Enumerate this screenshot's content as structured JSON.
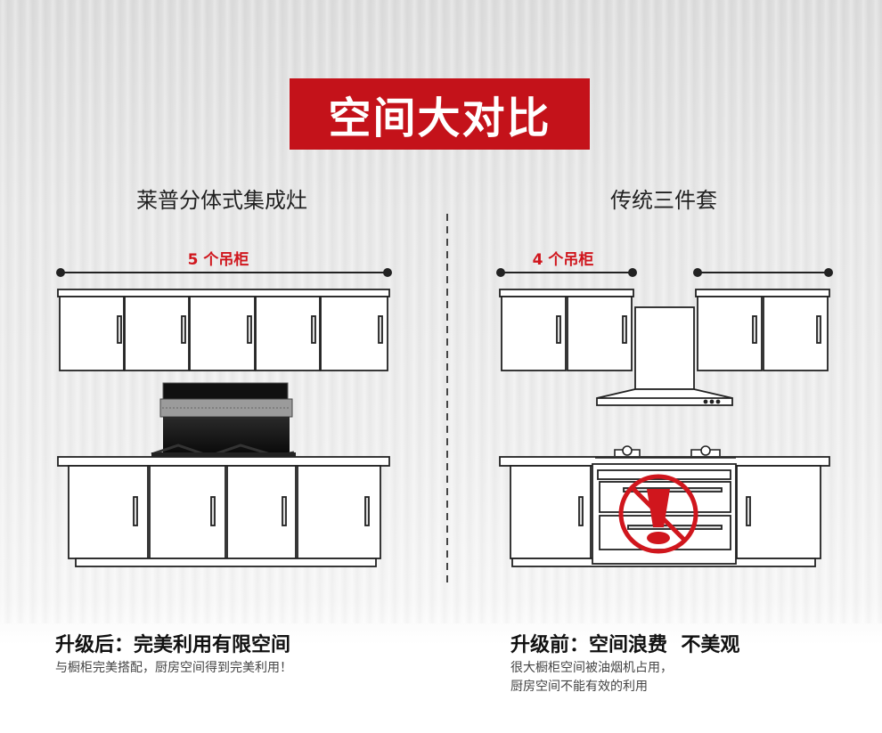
{
  "header": {
    "title": "空间大对比"
  },
  "left": {
    "heading": "莱普分体式集成灶",
    "cabinet_count_label": "5 个吊柜",
    "bottom_title": "升级后：完美利用有限空间",
    "bottom_desc": "与橱柜完美搭配，厨房空间得到完美利用！"
  },
  "right": {
    "heading": "传统三件套",
    "cabinet_count_label": "4 个吊柜",
    "bottom_title": "升级前：空间浪费  不美观",
    "bottom_desc_line1": "很大橱柜空间被油烟机占用，",
    "bottom_desc_line2": "厨房空间不能有效的利用"
  },
  "colors": {
    "accent": "#c4121a",
    "line": "#333333"
  }
}
